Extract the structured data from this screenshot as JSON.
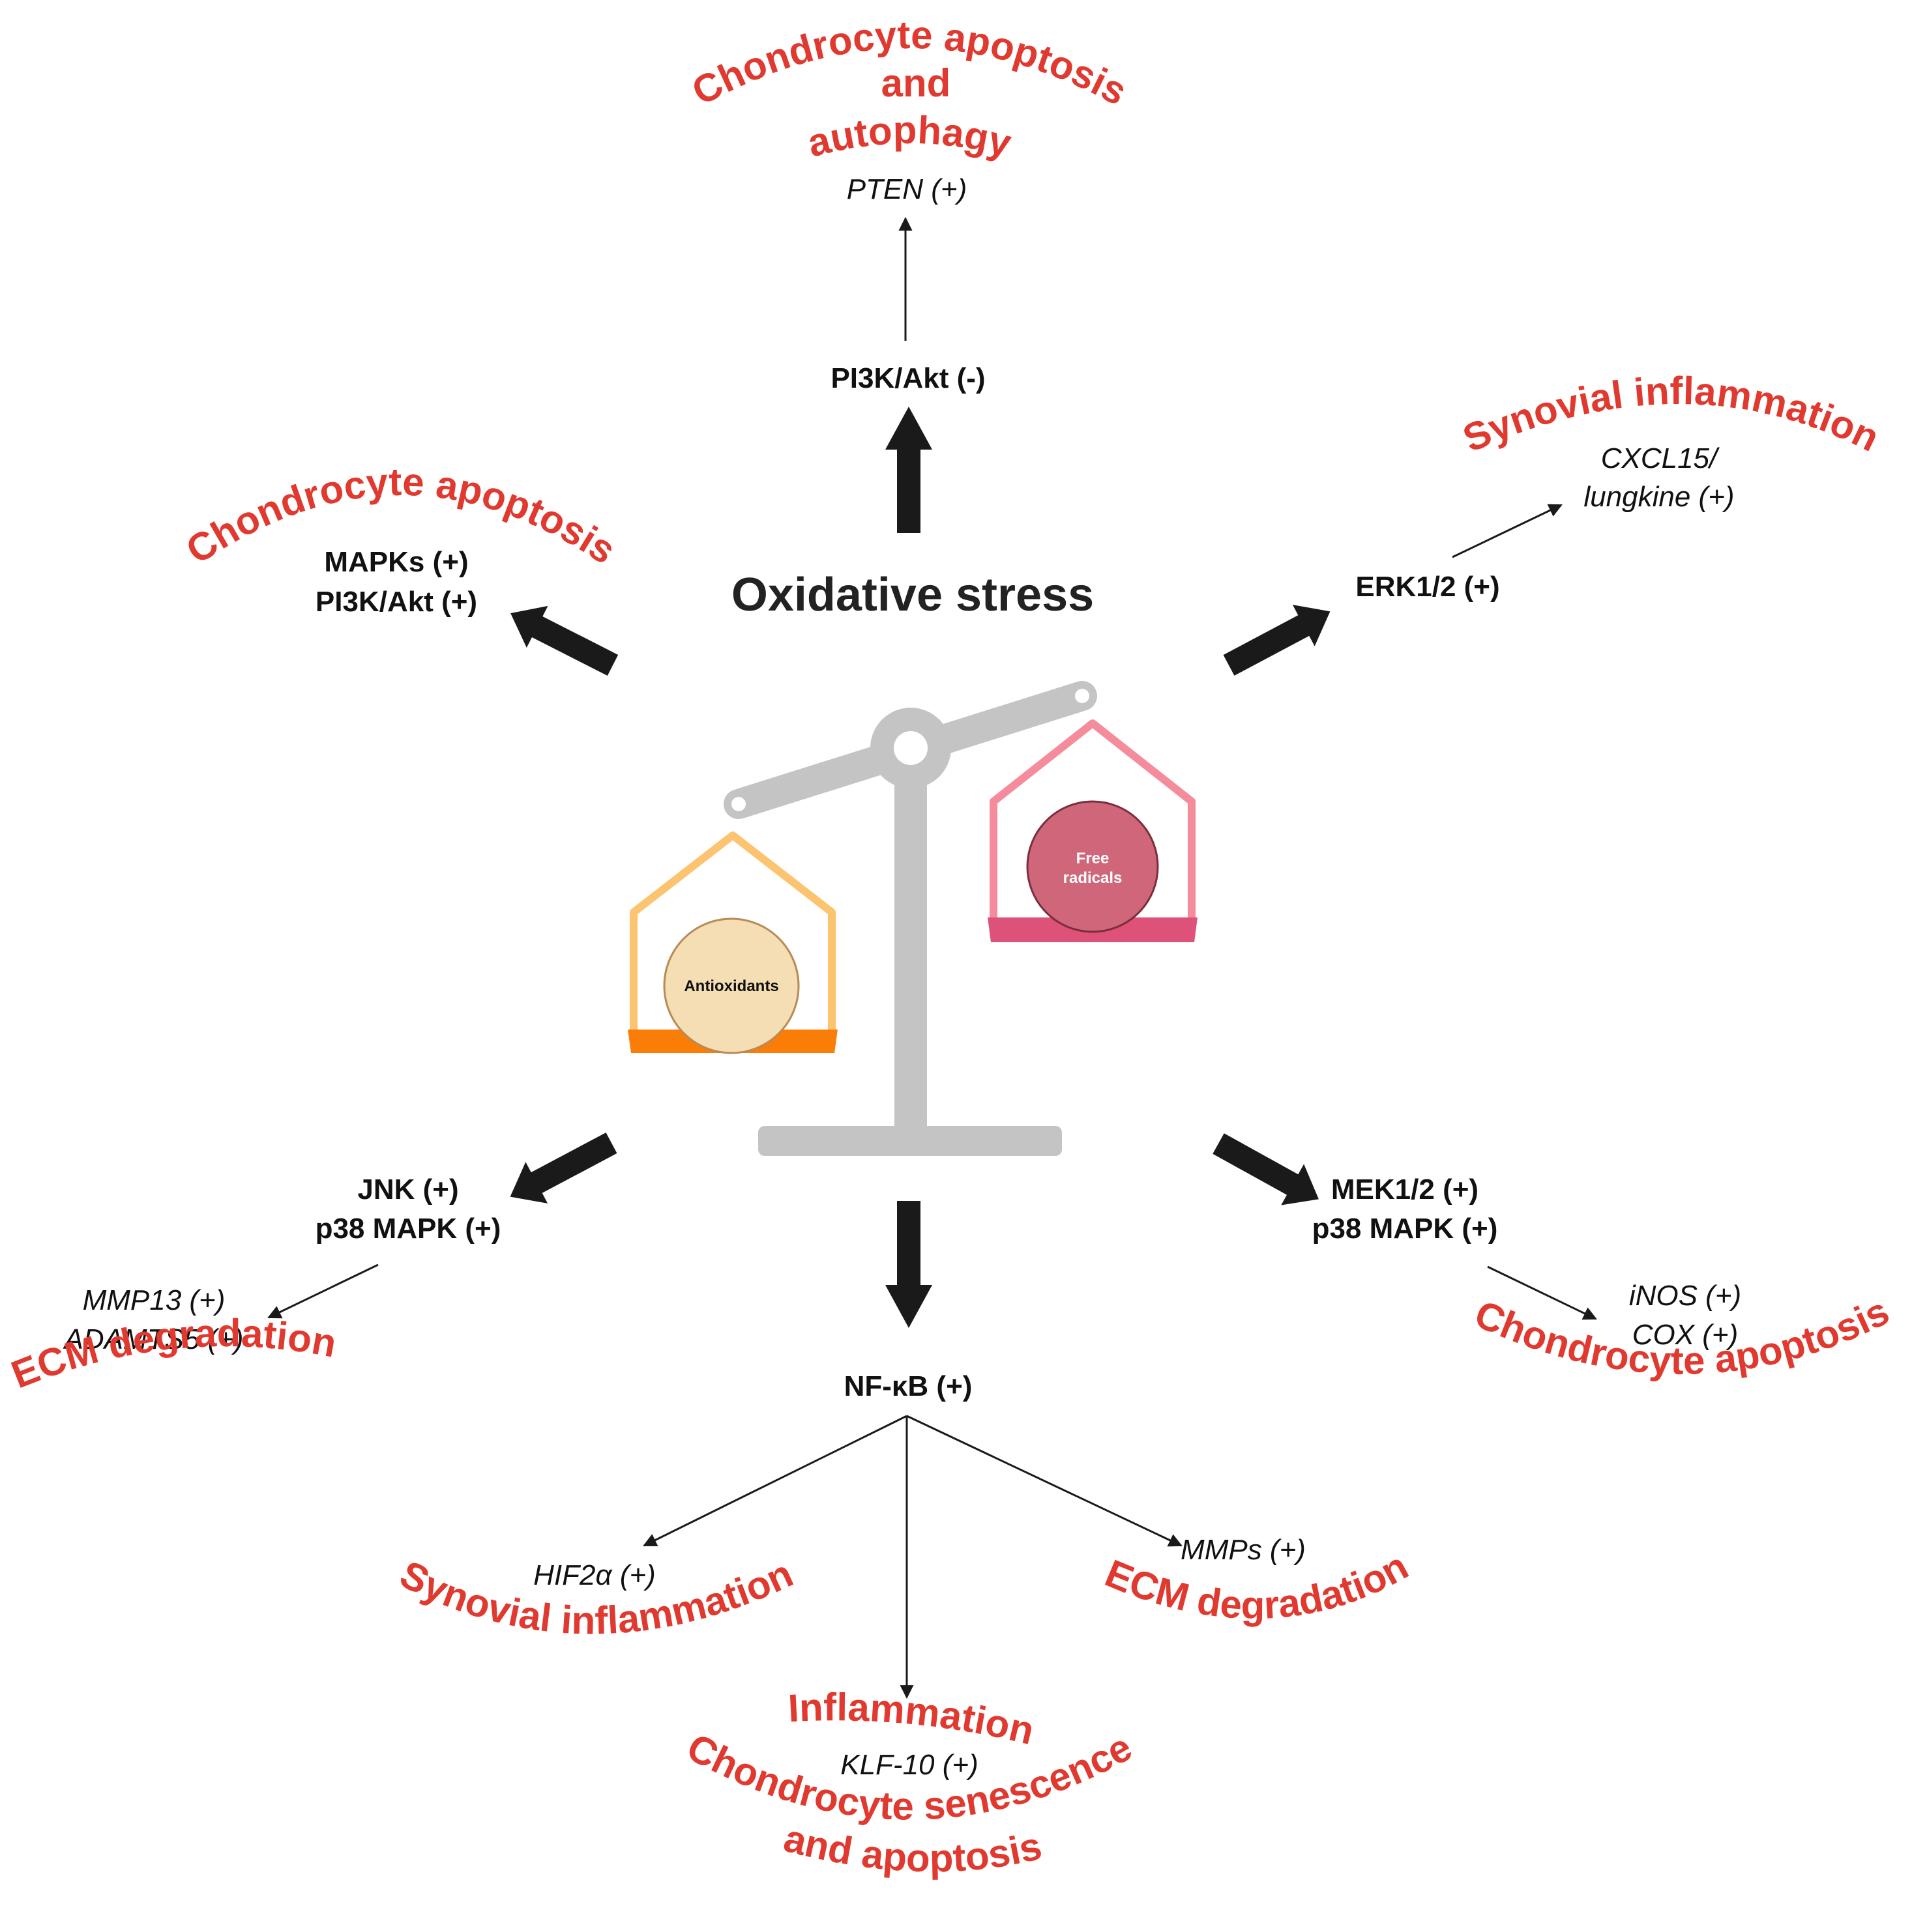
{
  "title": "Oxidative stress",
  "scale": {
    "left_label": "Antioxidants",
    "right_label_line1": "Free",
    "right_label_line2": "radicals",
    "colors": {
      "beam": "#c4c4c4",
      "left_frame": "#fcc370",
      "left_ball": "#f5deb3",
      "left_base": "#f97d07",
      "right_frame": "#f58c9c",
      "right_ball": "#d0667a",
      "right_base": "#de5178"
    }
  },
  "branches": {
    "top": {
      "node": "PI3K/Akt (-)",
      "gene": "PTEN (+)",
      "outcome": [
        "Chondrocyte apoptosis",
        "and",
        "autophagy"
      ]
    },
    "upper_left": {
      "node": [
        "MAPKs (+)",
        "PI3K/Akt (+)"
      ],
      "outcome": "Chondrocyte apoptosis"
    },
    "upper_right": {
      "node": "ERK1/2 (+)",
      "gene": [
        "CXCL15/",
        "lungkine (+)"
      ],
      "outcome": "Synovial inflammation"
    },
    "lower_left": {
      "node": [
        "JNK (+)",
        "p38 MAPK (+)"
      ],
      "gene": [
        "MMP13 (+)",
        "ADAMTS5 (+)"
      ],
      "outcome": "ECM degradation"
    },
    "lower_right": {
      "node": [
        "MEK1/2 (+)",
        "p38 MAPK (+)"
      ],
      "gene": [
        "iNOS (+)",
        "COX (+)"
      ],
      "outcome": "Chondrocyte apoptosis"
    },
    "bottom": {
      "node": "NF-κB (+)",
      "left": {
        "gene": "HIF2α (+)",
        "outcome": "Synovial inflammation"
      },
      "right": {
        "gene": "MMPs (+)",
        "outcome": "ECM degradation"
      },
      "center": {
        "outcome_top": "Inflammation",
        "gene": "KLF-10 (+)",
        "outcome_bottom": [
          "Chondrocyte senescence",
          "and apoptosis"
        ]
      }
    }
  },
  "colors": {
    "outcome_text": "#e03a30",
    "arrow": "#1a1a1a"
  }
}
